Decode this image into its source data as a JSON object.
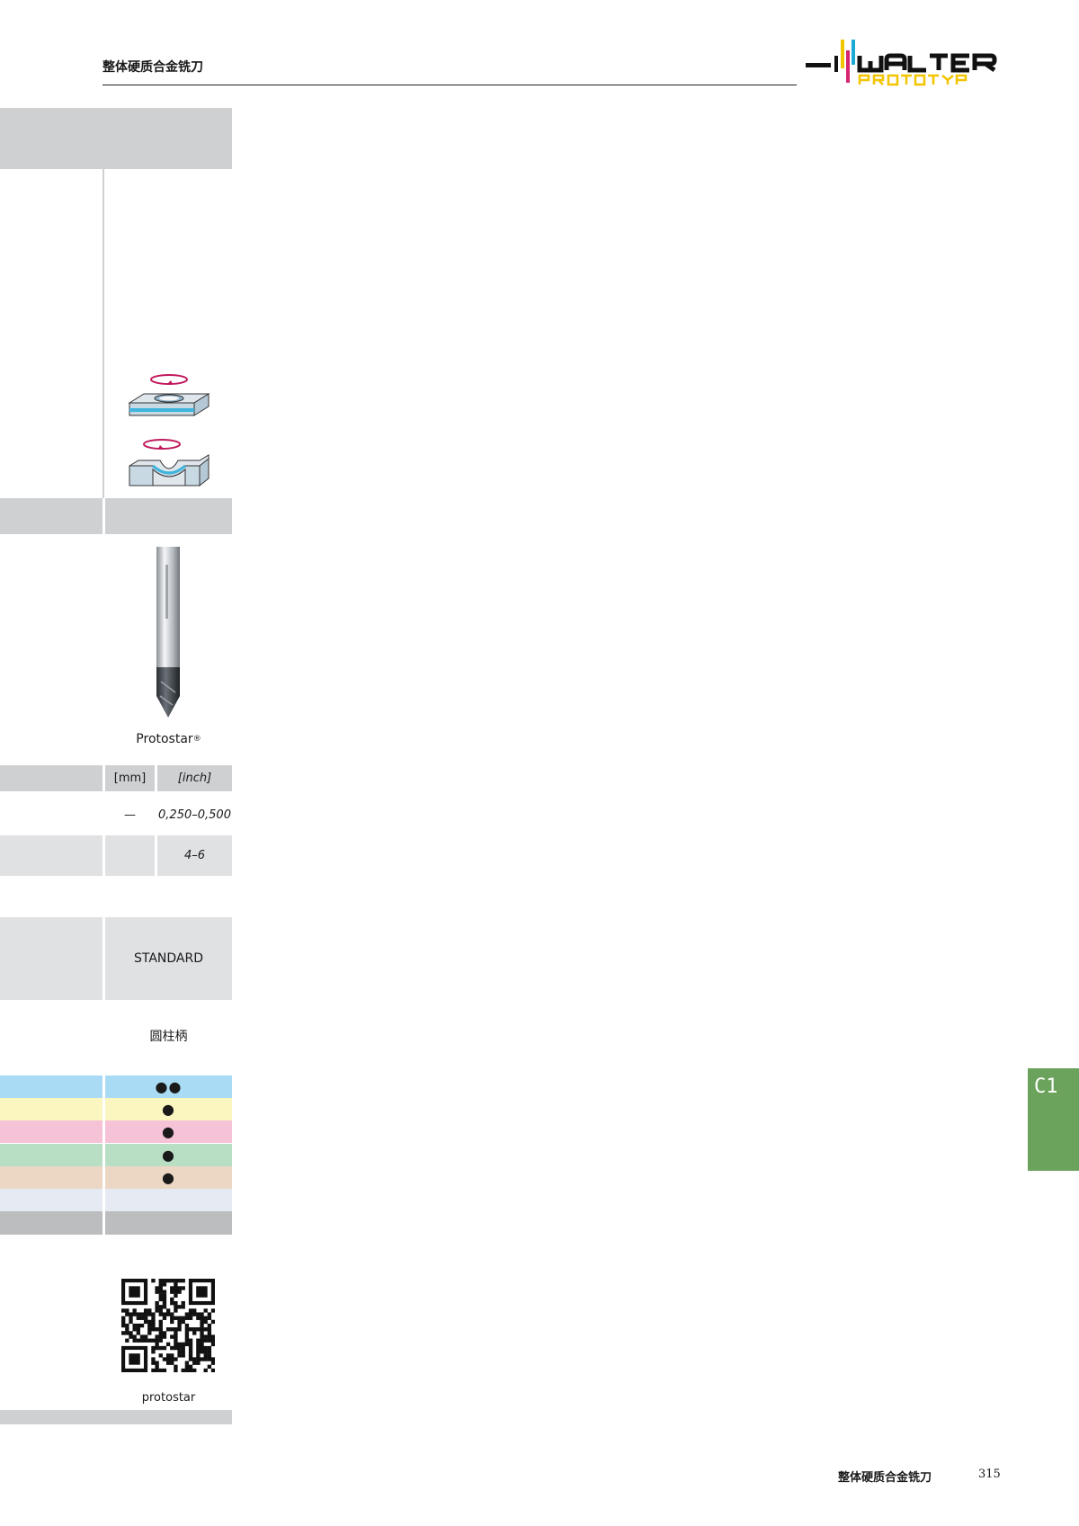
{
  "header": {
    "title": "整体硬质合金铣刀"
  },
  "logo": {
    "brand": "WALTER",
    "sub": "PROTOTYP",
    "colors": {
      "black": "#111111",
      "yellow": "#f2c500",
      "magenta": "#d6246e",
      "cyan": "#1ba9d6"
    }
  },
  "product": {
    "name": "Protostar",
    "reg": "®"
  },
  "units": {
    "mm": "[mm]",
    "inch": "[inch]"
  },
  "diameter": {
    "mm": "—",
    "inch": "0,250–0,500"
  },
  "flutes": {
    "inch": "4–6"
  },
  "tolerance": "STANDARD",
  "shank": "圆柱柄",
  "materials": [
    {
      "color": "#a9dcf4",
      "mark": "●●"
    },
    {
      "color": "#fbf6c0",
      "mark": "●"
    },
    {
      "color": "#f6c2d7",
      "mark": "●"
    },
    {
      "color": "#b8dfc4",
      "mark": "●"
    },
    {
      "color": "#ecd6c4",
      "mark": "●"
    },
    {
      "color": "#e6ebf3",
      "mark": ""
    }
  ],
  "qr": {
    "label": "protostar"
  },
  "section_tab": {
    "label": "C1",
    "color": "#6ba35c"
  },
  "footer": {
    "title": "整体硬质合金铣刀",
    "page": "315"
  }
}
